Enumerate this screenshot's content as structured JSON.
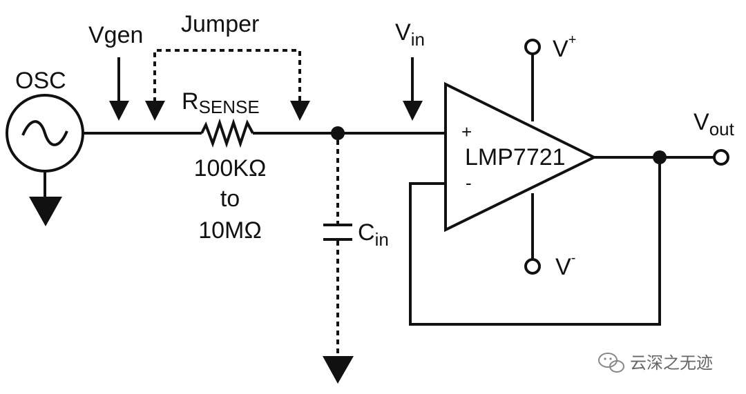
{
  "labels": {
    "osc": "OSC",
    "vgen": "Vgen",
    "jumper": "Jumper",
    "rsense_main": "R",
    "rsense_sub": "SENSE",
    "res_range_1": "100KΩ",
    "res_range_2": "to",
    "res_range_3": "10MΩ",
    "vin_main": "V",
    "vin_sub": "in",
    "cin_main": "C",
    "cin_sub": "in",
    "opamp_plus": "+",
    "opamp_minus": "-",
    "opamp_name": "LMP7721",
    "vplus_main": "V",
    "vplus_sup": "+",
    "vminus_main": "V",
    "vminus_sup": "-",
    "vout_main": "V",
    "vout_sub": "out"
  },
  "watermark": {
    "text": "云深之无迹",
    "icon": "wechat-icon"
  }
}
